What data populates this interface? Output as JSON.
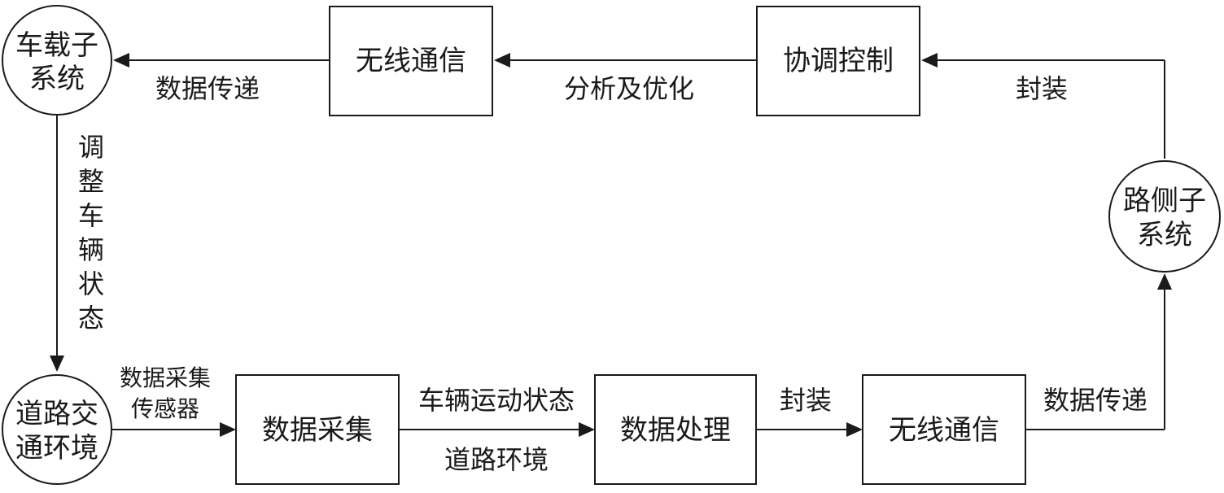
{
  "nodes": {
    "vehicle_subsystem": {
      "line1": "车载子",
      "line2": "系统"
    },
    "roadside_subsystem": {
      "line1": "路侧子",
      "line2": "系统"
    },
    "road_traffic_env": {
      "line1": "道路交",
      "line2": "通环境"
    },
    "wireless_comm_top": "无线通信",
    "coordinated_control": "协调控制",
    "data_collection": "数据采集",
    "data_processing": "数据处理",
    "wireless_comm_bottom": "无线通信"
  },
  "edges": {
    "top_left_label": "数据传递",
    "top_middle_label": "分析及优化",
    "top_right_label": "封装",
    "left_vertical_label": [
      "调",
      "整",
      "车",
      "辆",
      "状",
      "态"
    ],
    "sensor_label": {
      "line1": "数据采集",
      "line2": "传感器"
    },
    "vehicle_motion_label": "车辆运动状态",
    "road_env_label": "道路环境",
    "bottom_encap_label": "封装",
    "bottom_right_label": "数据传递"
  }
}
